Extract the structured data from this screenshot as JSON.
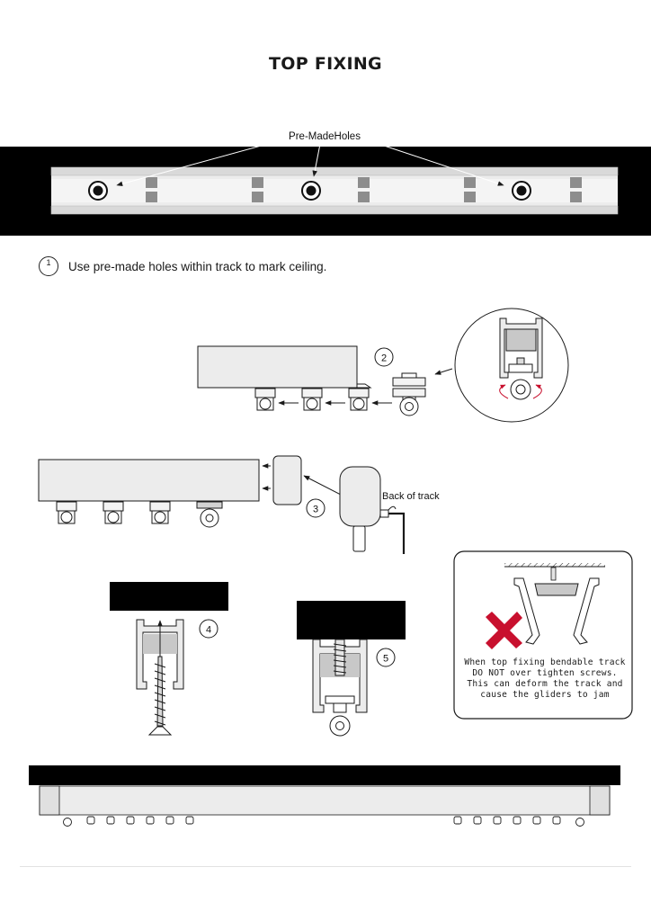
{
  "page": {
    "title": "TOP FIXING"
  },
  "figure1": {
    "callout_label": "Pre-MadeHoles"
  },
  "step1": {
    "number": "1",
    "text": "Use pre-made holes within track to mark ceiling."
  },
  "step2": {
    "number": "2"
  },
  "step3": {
    "number": "3",
    "callout_label": "Back of track"
  },
  "step4": {
    "number": "4"
  },
  "step5": {
    "number": "5"
  },
  "warning": {
    "lines": [
      "When top fixing bendable track",
      "DO NOT over tighten screws.",
      "This can deform the track and",
      "cause the gliders to jam"
    ],
    "cross_color": "#c8102e"
  },
  "colors": {
    "ink": "#1a1a1a",
    "track_fill": "#e9e9e9",
    "track_shade": "#cfcfcf",
    "panel": "#000000"
  }
}
